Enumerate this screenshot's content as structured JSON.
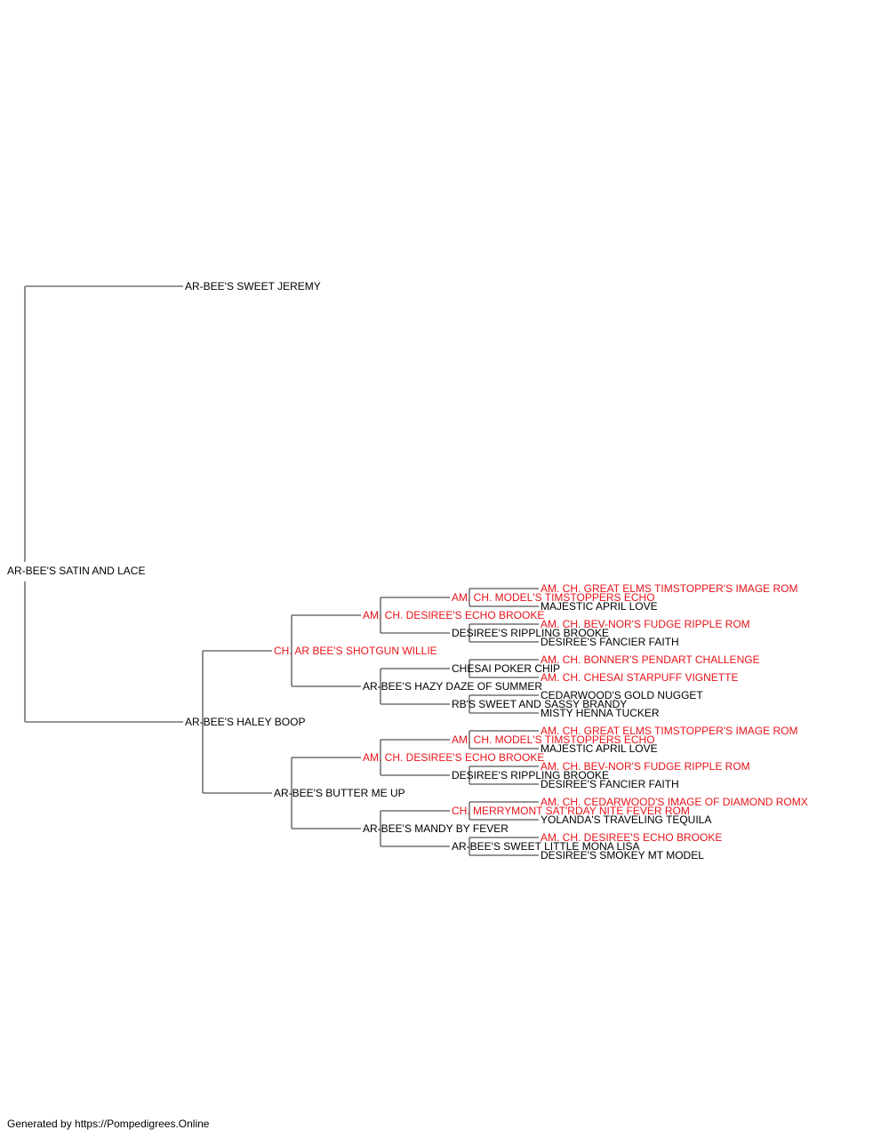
{
  "colors": {
    "champion": "#e8141b",
    "normal": "#000000",
    "line": "#555555"
  },
  "pedigree": {
    "name": "AR-BEE'S SATIN AND LACE",
    "champion": false,
    "sire": {
      "name": "AR-BEE'S SWEET JEREMY",
      "champion": false
    },
    "dam": {
      "name": "AR-BEE'S HALEY BOOP",
      "champion": false,
      "sire": {
        "name": "CH. AR BEE'S SHOTGUN WILLIE",
        "champion": true,
        "sire": {
          "name": "AM. CH. DESIREE'S ECHO BROOKE",
          "champion": true,
          "sire": {
            "name": "AM. CH. MODEL'S TIMSTOPPERS ECHO",
            "champion": true,
            "sire": {
              "name": "AM. CH. GREAT ELMS TIMSTOPPER'S IMAGE ROM",
              "champion": true
            },
            "dam": {
              "name": "MAJESTIC APRIL LOVE",
              "champion": false
            }
          },
          "dam": {
            "name": "DESIREE'S RIPPLING BROOKE",
            "champion": false,
            "sire": {
              "name": "AM. CH. BEV-NOR'S FUDGE RIPPLE ROM",
              "champion": true
            },
            "dam": {
              "name": "DESIREE'S FANCIER FAITH",
              "champion": false
            }
          }
        },
        "dam": {
          "name": "AR-BEE'S HAZY DAZE OF SUMMER",
          "champion": false,
          "sire": {
            "name": "CHESAI POKER CHIP",
            "champion": false,
            "sire": {
              "name": "AM. CH. BONNER'S PENDART CHALLENGE",
              "champion": true
            },
            "dam": {
              "name": "AM. CH. CHESAI STARPUFF VIGNETTE",
              "champion": true
            }
          },
          "dam": {
            "name": "RB'S SWEET AND SASSY BRANDY",
            "champion": false,
            "sire": {
              "name": "CEDARWOOD'S GOLD NUGGET",
              "champion": false
            },
            "dam": {
              "name": "MISTY HENNA TUCKER",
              "champion": false
            }
          }
        }
      },
      "dam": {
        "name": "AR-BEE'S BUTTER ME UP",
        "champion": false,
        "sire": {
          "name": "AM. CH. DESIREE'S ECHO BROOKE",
          "champion": true,
          "sire": {
            "name": "AM. CH. MODEL'S TIMSTOPPERS ECHO",
            "champion": true,
            "sire": {
              "name": "AM. CH. GREAT ELMS TIMSTOPPER'S IMAGE ROM",
              "champion": true
            },
            "dam": {
              "name": "MAJESTIC APRIL LOVE",
              "champion": false
            }
          },
          "dam": {
            "name": "DESIREE'S RIPPLING BROOKE",
            "champion": false,
            "sire": {
              "name": "AM. CH. BEV-NOR'S FUDGE RIPPLE ROM",
              "champion": true
            },
            "dam": {
              "name": "DESIREE'S FANCIER FAITH",
              "champion": false
            }
          }
        },
        "dam": {
          "name": "AR-BEE'S MANDY BY FEVER",
          "champion": false,
          "sire": {
            "name": "CH. MERRYMONT SAT'RDAY NITE FEVER ROM",
            "champion": true,
            "sire": {
              "name": "AM. CH. CEDARWOOD'S IMAGE OF DIAMOND ROMX",
              "champion": true
            },
            "dam": {
              "name": "YOLANDA'S TRAVELING TEQUILA",
              "champion": false
            }
          },
          "dam": {
            "name": "AR-BEE'S SWEET LITTLE MONA LISA",
            "champion": false,
            "sire": {
              "name": "AM. CH. DESIREE'S ECHO BROOKE",
              "champion": true
            },
            "dam": {
              "name": "DESIREE'S SMOKEY MT MODEL",
              "champion": false
            }
          }
        }
      }
    }
  },
  "footer": {
    "text": "Generated by https://Pompedigrees.Online"
  }
}
